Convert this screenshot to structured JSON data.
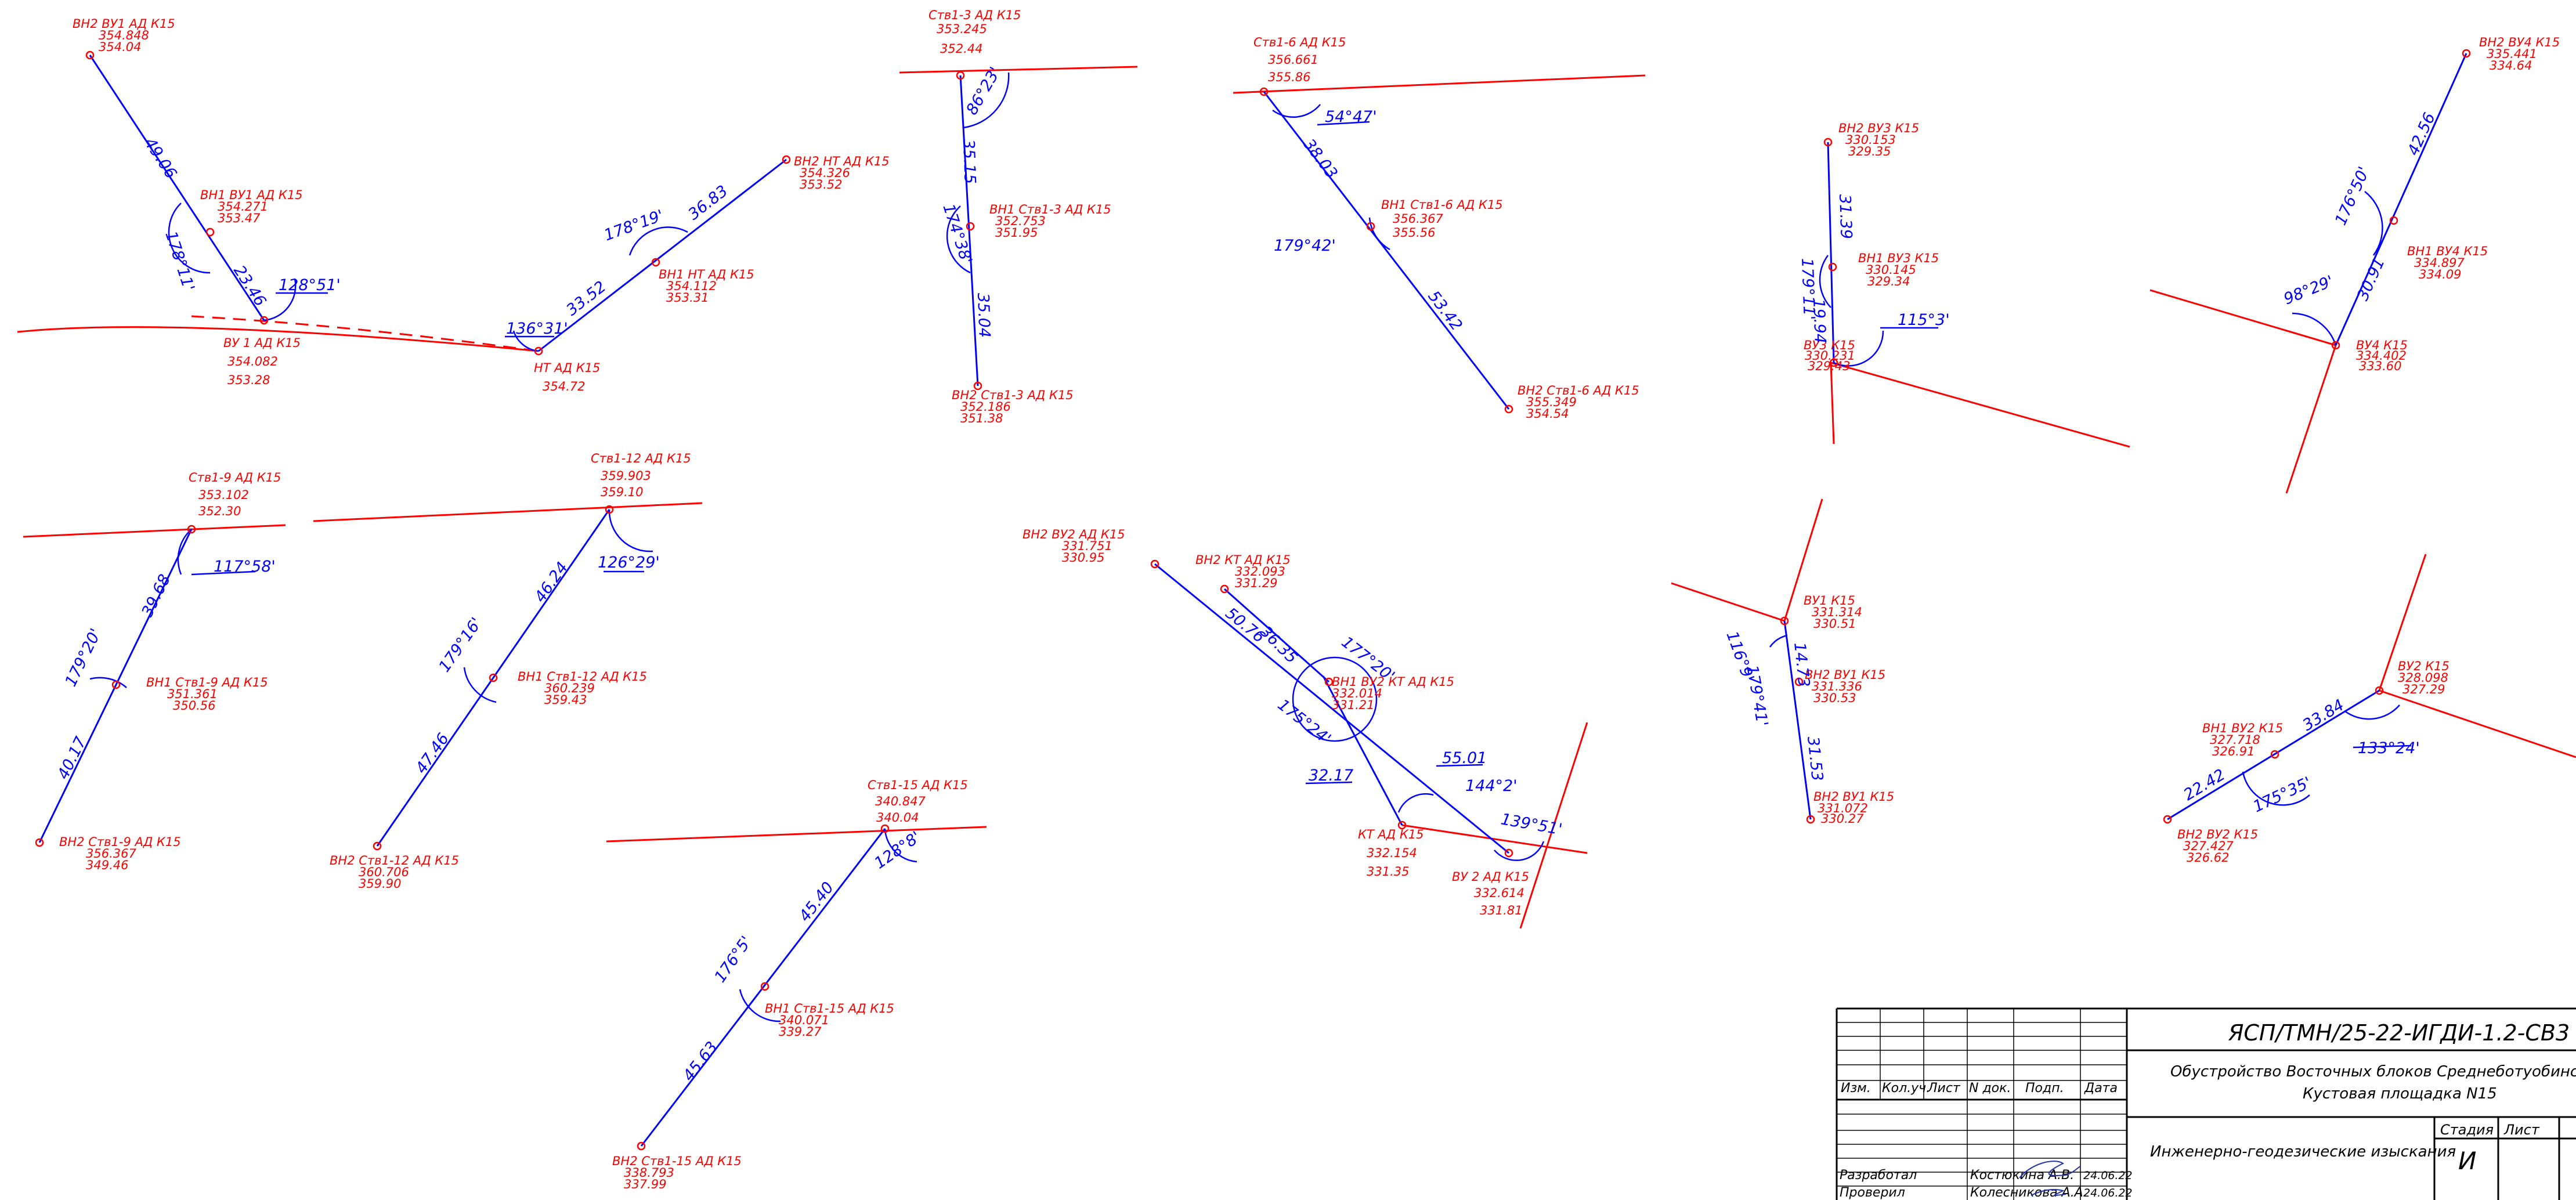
{
  "colors": {
    "red": "#ff0000",
    "blue": "#0000ff",
    "black": "#000000"
  },
  "points": {
    "p1": [
      "ВН2 ВУ1 АД К15",
      "354.848",
      "354.04"
    ],
    "p2": [
      "ВН1 ВУ1 АД К15",
      "354.271",
      "353.47"
    ],
    "p3": [
      "ВУ 1 АД К15",
      "354.082",
      "353.28"
    ],
    "p4": [
      "НТ АД К15",
      "354.72"
    ],
    "p5": [
      "ВН1 НТ АД К15",
      "354.112",
      "353.31"
    ],
    "p6": [
      "ВН2 НТ АД К15",
      "354.326",
      "353.52"
    ],
    "p7": [
      "Ств1-3 АД К15",
      "353.245",
      "352.44"
    ],
    "p8": [
      "ВН1 Ств1-3 АД К15",
      "352.753",
      "351.95"
    ],
    "p9": [
      "ВН2 Ств1-3 АД К15",
      "352.186",
      "351.38"
    ],
    "p10": [
      "Ств1-6 АД К15",
      "356.661",
      "355.86"
    ],
    "p11": [
      "ВН1 Ств1-6 АД К15",
      "356.367",
      "355.56"
    ],
    "p12": [
      "ВН2 Ств1-6 АД К15",
      "355.349",
      "354.54"
    ],
    "p13": [
      "ВН2 ВУ3 К15",
      "330.153",
      "329.35"
    ],
    "p14": [
      "ВН1 ВУ3 К15",
      "330.145",
      "329.34"
    ],
    "p15": [
      "ВУ3 К15",
      "330.231",
      "329.43"
    ],
    "p16": [
      "ВН2 ВУ4 К15",
      "335.441",
      "334.64"
    ],
    "p17": [
      "ВН1 ВУ4 К15",
      "334.897",
      "334.09"
    ],
    "p18": [
      "ВУ4 К15",
      "334.402",
      "333.60"
    ],
    "p19": [
      "Ств1-9 АД К15",
      "353.102",
      "352.30"
    ],
    "p20": [
      "ВН1 Ств1-9 АД К15",
      "351.361",
      "350.56"
    ],
    "p21": [
      "ВН2 Ств1-9 АД К15",
      "356.367",
      "349.46"
    ],
    "p22": [
      "Ств1-12 АД К15",
      "359.903",
      "359.10"
    ],
    "p23": [
      "ВН1 Ств1-12 АД К15",
      "360.239",
      "359.43"
    ],
    "p24": [
      "ВН2 Ств1-12 АД К15",
      "360.706",
      "359.90"
    ],
    "p25": [
      "ВН2 ВУ2 АД К15",
      "331.751",
      "330.95"
    ],
    "p26": [
      "ВН2 КТ АД К15",
      "332.093",
      "331.29"
    ],
    "p27": [
      "ВН1 ВУ2 КТ АД К15",
      "332.014",
      "331.21"
    ],
    "p28": [
      "КТ АД К15",
      "332.154",
      "331.35"
    ],
    "p29": [
      "ВУ 2 АД К15",
      "332.614",
      "331.81"
    ],
    "p30": [
      "ВУ1 К15",
      "331.314",
      "330.51"
    ],
    "p31": [
      "ВН2 ВУ1 К15",
      "331.336",
      "330.53"
    ],
    "p32": [
      "ВН2 ВУ1 К15",
      "331.072",
      "330.27"
    ],
    "p33": [
      "ВУ2 К15",
      "328.098",
      "327.29"
    ],
    "p34": [
      "ВН1 ВУ2 К15",
      "327.718",
      "326.91"
    ],
    "p35": [
      "ВН2 ВУ2 К15",
      "327.427",
      "326.62"
    ],
    "p36": [
      "Ств1-15 АД К15",
      "340.847",
      "340.04"
    ],
    "p37": [
      "ВН1 Ств1-15 АД К15",
      "340.071",
      "339.27"
    ],
    "p38": [
      "ВН2 Ств1-15 АД К15",
      "338.793",
      "337.99"
    ]
  },
  "dims": {
    "d1": "49.06",
    "d2": "23.46",
    "d3": "33.52",
    "d4": "36.83",
    "d5": "35.15",
    "d6": "35.04",
    "d7": "38.03",
    "d8": "53.42",
    "d9": "31.39",
    "d10": "19.94",
    "d11": "42.56",
    "d12": "30.91",
    "d13": "39.68",
    "d14": "40.17",
    "d15": "46.24",
    "d16": "47.46",
    "d17": "50.76",
    "d18": "36.35",
    "d19": "55.01",
    "d20": "32.17",
    "d21": "14.73",
    "d22": "31.53",
    "d23": "33.84",
    "d24": "22.42",
    "d25": "45.40",
    "d26": "45.63"
  },
  "angles": {
    "a1": "178°11'",
    "a2": "128°51'",
    "a3": "178°19'",
    "a4": "136°31'",
    "a5": "86°23'",
    "a6": "174°38'",
    "a7": "54°47'",
    "a8": "179°42'",
    "a9": "179°11'",
    "a10": "115°3'",
    "a11": "176°50'",
    "a12": "98°29'",
    "a13": "117°58'",
    "a14": "179°20'",
    "a15": "126°29'",
    "a16": "179°16'",
    "a17": "177°20'",
    "a18": "175°24'",
    "a19": "144°2'",
    "a20": "139°51'",
    "a21": "116°9'",
    "a22": "179°41'",
    "a23": "133°24'",
    "a24": "175°35'",
    "a25": "128°8'",
    "a26": "176°5'"
  },
  "title_block": {
    "code": "ЯСП/ТМН/25-22-ИГДИ-1.2-СВ3",
    "project_line1": "Обустройство Восточных блоков Среднеботуобинского Н",
    "project_line2": "Кустовая площадка N15",
    "work": "Инженерно-геодезические изыскания",
    "col_izm": "Изм.",
    "col_kol": "Кол.уч.",
    "col_list": "Лист",
    "col_ndok": "N док.",
    "col_podp": "Подп.",
    "col_data": "Дата",
    "stage_header": "Стадия",
    "sheet_header": "Лист",
    "stage_value": "И",
    "role1": "Разработал",
    "name1": "Костюкина А.В.",
    "date1": "24.06.22",
    "role2": "Проверил",
    "name2": "Колесникова А.А.",
    "date2": "24.06.22"
  }
}
